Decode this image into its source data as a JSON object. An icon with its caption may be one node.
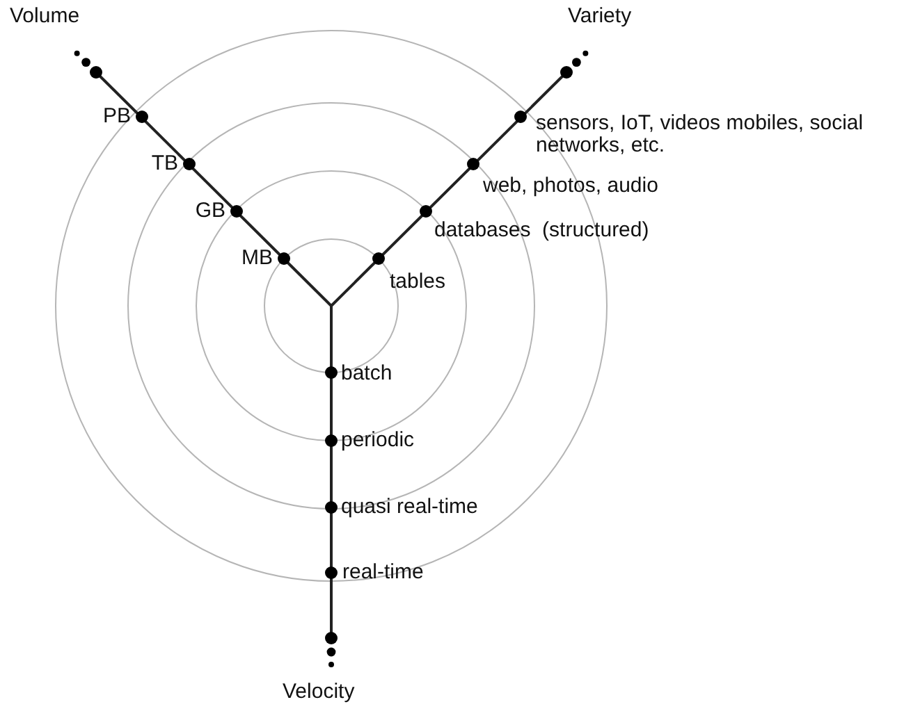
{
  "diagram": {
    "labels": [
      "Volume",
      "Variety",
      "PB",
      "sensors, IoT, videos mobiles, social networks, etc.",
      "TB",
      "web, photos, audio",
      "GB",
      "databases  (structured)",
      "MB",
      "tables",
      "batch",
      "periodic",
      "quasi real-time",
      "real-time",
      "Velocity"
    ]
  }
}
